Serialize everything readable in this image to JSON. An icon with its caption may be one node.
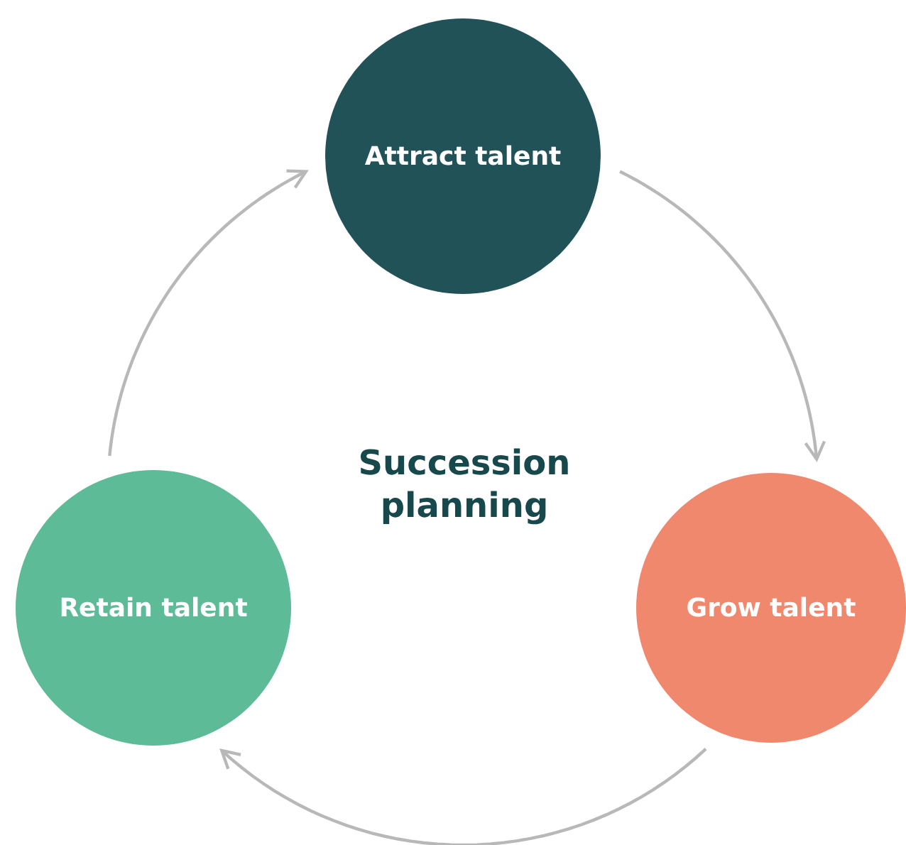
{
  "diagram": {
    "nodes": [
      {
        "text": [
          "Attract talent"
        ]
      },
      {
        "text": [
          "Grow talent"
        ]
      },
      {
        "text": [
          "Retain talent"
        ]
      }
    ],
    "edges": [
      {
        "from": 0,
        "to": 1,
        "arrow": "to"
      },
      {
        "from": 1,
        "to": 2,
        "arrow": "to"
      },
      {
        "from": 2,
        "to": 0,
        "arrow": "to"
      }
    ],
    "labels": [
      "Succession planning"
    ]
  }
}
